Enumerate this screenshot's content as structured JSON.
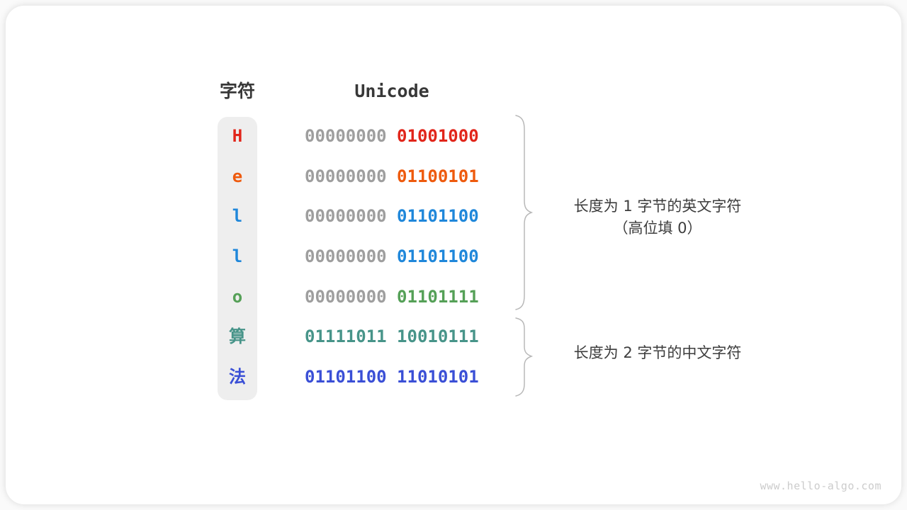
{
  "header": {
    "char_column": "字符",
    "unicode_column": "Unicode"
  },
  "rows": [
    {
      "char": "H",
      "color": "#e1251a",
      "byte1": "00000000",
      "byte1_color": "#9e9e9e",
      "byte2": "01001000",
      "byte2_color": "#e1251a"
    },
    {
      "char": "e",
      "color": "#ee5a0d",
      "byte1": "00000000",
      "byte1_color": "#9e9e9e",
      "byte2": "01100101",
      "byte2_color": "#ee5a0d"
    },
    {
      "char": "l",
      "color": "#1f87da",
      "byte1": "00000000",
      "byte1_color": "#9e9e9e",
      "byte2": "01101100",
      "byte2_color": "#1f87da"
    },
    {
      "char": "l",
      "color": "#1f87da",
      "byte1": "00000000",
      "byte1_color": "#9e9e9e",
      "byte2": "01101100",
      "byte2_color": "#1f87da"
    },
    {
      "char": "o",
      "color": "#55a057",
      "byte1": "00000000",
      "byte1_color": "#9e9e9e",
      "byte2": "01101111",
      "byte2_color": "#55a057"
    },
    {
      "char": "算",
      "color": "#479489",
      "byte1": "01111011",
      "byte1_color": "#479489",
      "byte2": "10010111",
      "byte2_color": "#479489"
    },
    {
      "char": "法",
      "color": "#3a4fd6",
      "byte1": "01101100",
      "byte1_color": "#3a4fd6",
      "byte2": "11010101",
      "byte2_color": "#3a4fd6"
    }
  ],
  "annotations": {
    "english": {
      "line1": "长度为 1 字节的英文字符",
      "line2": "（高位填 0）"
    },
    "chinese": {
      "line1": "长度为 2 字节的中文字符"
    }
  },
  "decor": {
    "brace_color": "#b8b8b8",
    "strip_color": "#eeeeee"
  },
  "watermark": "www.hello-algo.com"
}
